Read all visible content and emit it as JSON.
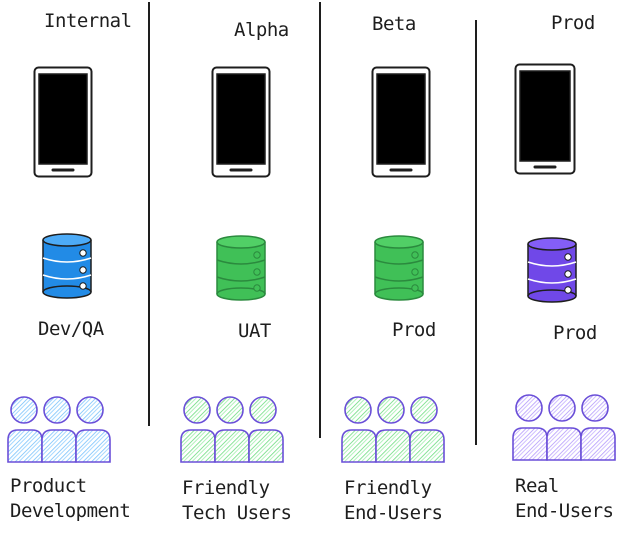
{
  "colors": {
    "stroke": "#1e1e1e",
    "screen": "#000000",
    "db_blue": "#228be6",
    "db_green": "#40c057",
    "db_violet": "#7048e8",
    "users_stroke": "#6a4fd8",
    "users_blue": "#a5d8ff",
    "users_green": "#b2f2bb",
    "users_violet": "#d0bfff"
  },
  "icons": [
    "phone-icon",
    "database-icon",
    "users-group-icon"
  ],
  "columns": [
    {
      "id": "internal",
      "stage": "Internal",
      "environment": "Dev/QA",
      "audience_line1": "Product",
      "audience_line2": "Development",
      "db_color": "blue",
      "users_color": "blue"
    },
    {
      "id": "alpha",
      "stage": "Alpha",
      "environment": "UAT",
      "audience_line1": "Friendly",
      "audience_line2": "Tech Users",
      "db_color": "green",
      "users_color": "green"
    },
    {
      "id": "beta",
      "stage": "Beta",
      "environment": "Prod",
      "audience_line1": "Friendly",
      "audience_line2": "End-Users",
      "db_color": "green",
      "users_color": "green"
    },
    {
      "id": "prod",
      "stage": "Prod",
      "environment": "Prod",
      "audience_line1": "Real",
      "audience_line2": "End-Users",
      "db_color": "violet",
      "users_color": "violet"
    }
  ]
}
